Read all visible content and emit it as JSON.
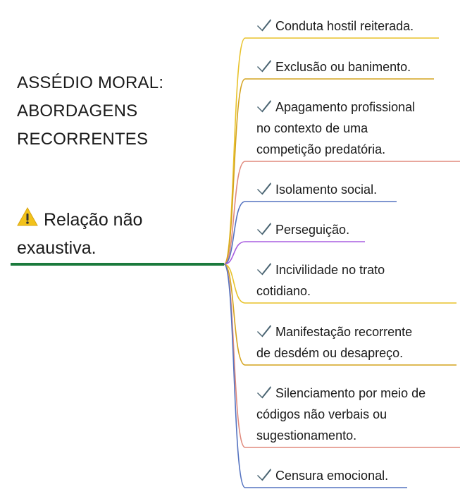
{
  "title": {
    "lines": [
      "ASSÉDIO MORAL:",
      "ABORDAGENS",
      "RECORRENTES"
    ]
  },
  "note": {
    "icon": "warning-icon",
    "lines": [
      "Relação não",
      "exaustiva."
    ]
  },
  "items": [
    {
      "lines": [
        "Conduta hostil reiterada."
      ],
      "color": "#e8c22a"
    },
    {
      "lines": [
        "Exclusão ou banimento."
      ],
      "color": "#d4a31e"
    },
    {
      "lines": [
        "Apagamento profissional",
        "no contexto de uma",
        "competição predatória."
      ],
      "color": "#e08a7d"
    },
    {
      "lines": [
        "Isolamento social."
      ],
      "color": "#5573c0"
    },
    {
      "lines": [
        "Perseguição."
      ],
      "color": "#a85ee0"
    },
    {
      "lines": [
        "Incivilidade no trato",
        "cotidiano."
      ],
      "color": "#e8c22a"
    },
    {
      "lines": [
        "Manifestação recorrente",
        "de desdém ou desapreço."
      ],
      "color": "#d4a31e"
    },
    {
      "lines": [
        "Silenciamento por meio de",
        "códigos não verbais ou",
        "sugestionamento."
      ],
      "color": "#e08a7d"
    },
    {
      "lines": [
        "Censura emocional."
      ],
      "color": "#5573c0"
    }
  ],
  "check_icon": "check-mark-icon",
  "colors": {
    "root_line": "#1a7a3c",
    "check": "#4a6472",
    "warning": "#f2c21b"
  }
}
